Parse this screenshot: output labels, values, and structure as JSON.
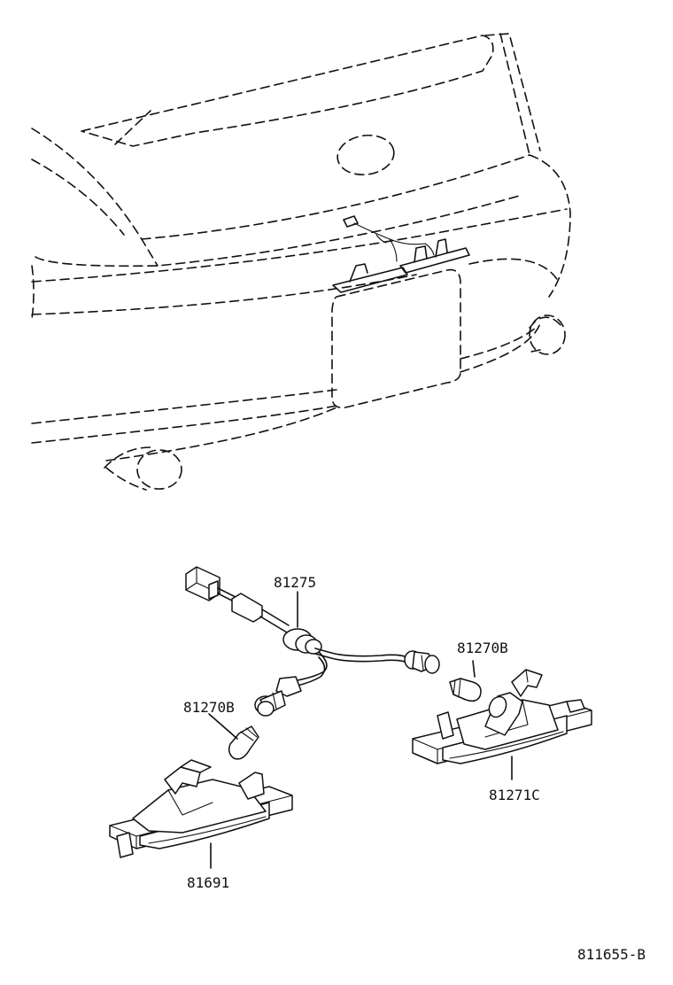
{
  "parts": {
    "harness": "81275",
    "bulb_right": "81270B",
    "bulb_left": "81270B",
    "lamp_right": "81271C",
    "lamp_left": "81691"
  },
  "figure_id": "811655-B"
}
